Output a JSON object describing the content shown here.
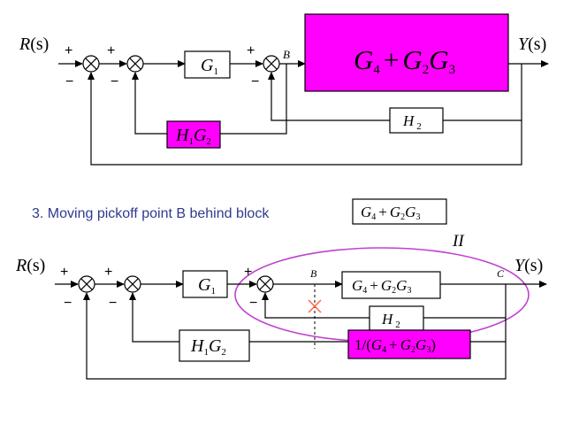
{
  "colors": {
    "block_fill": "#ffffff",
    "highlight_fill": "#ff00ff",
    "line": "#000000",
    "caption": "#2f3a8f",
    "ellipse": "#c040d0",
    "cross": "#ff6040"
  },
  "top_diagram": {
    "input": {
      "main": "R",
      "arg": "(s)"
    },
    "output": {
      "main": "Y",
      "arg": "(s)"
    },
    "signs": {
      "j1_top": "+",
      "j1_bottom": "−",
      "j2_top": "+",
      "j2_bottom": "−",
      "j3_top": "+",
      "j3_bottom": "−"
    },
    "point_b": "B",
    "blocks": {
      "g1": {
        "main": "G",
        "sub": "1"
      },
      "big": {
        "p1": "G",
        "s1": "4",
        "op": "+",
        "p2": "G",
        "s2": "2",
        "p3": "G",
        "s3": "3"
      },
      "h2": {
        "main": "H",
        "sub": "2"
      },
      "h1g2": {
        "p1": "H",
        "s1": "1",
        "p2": "G",
        "s2": "2"
      }
    }
  },
  "caption": {
    "text": "3. Moving pickoff point B behind block",
    "block": {
      "p1": "G",
      "s1": "4",
      "op": "+",
      "p2": "G",
      "s2": "2",
      "p3": "G",
      "s3": "3"
    }
  },
  "bottom_diagram": {
    "roman_label": "II",
    "input": {
      "main": "R",
      "arg": "(s)"
    },
    "output": {
      "main": "Y",
      "arg": "(s)"
    },
    "signs": {
      "j1_top": "+",
      "j1_bottom": "−",
      "j2_top": "+",
      "j2_bottom": "−",
      "j3_top": "+",
      "j3_bottom": "−"
    },
    "point_b": "B",
    "point_c": "C",
    "blocks": {
      "g1": {
        "main": "G",
        "sub": "1"
      },
      "forward": {
        "p1": "G",
        "s1": "4",
        "op": "+",
        "p2": "G",
        "s2": "2",
        "p3": "G",
        "s3": "3"
      },
      "h2": {
        "main": "H",
        "sub": "2"
      },
      "h1g2": {
        "p1": "H",
        "s1": "1",
        "p2": "G",
        "s2": "2"
      },
      "inverse": {
        "pre": "1/(",
        "p1": "G",
        "s1": "4",
        "op": "+",
        "p2": "G",
        "s2": "2",
        "p3": "G",
        "s3": "3",
        "post": ")"
      }
    }
  }
}
